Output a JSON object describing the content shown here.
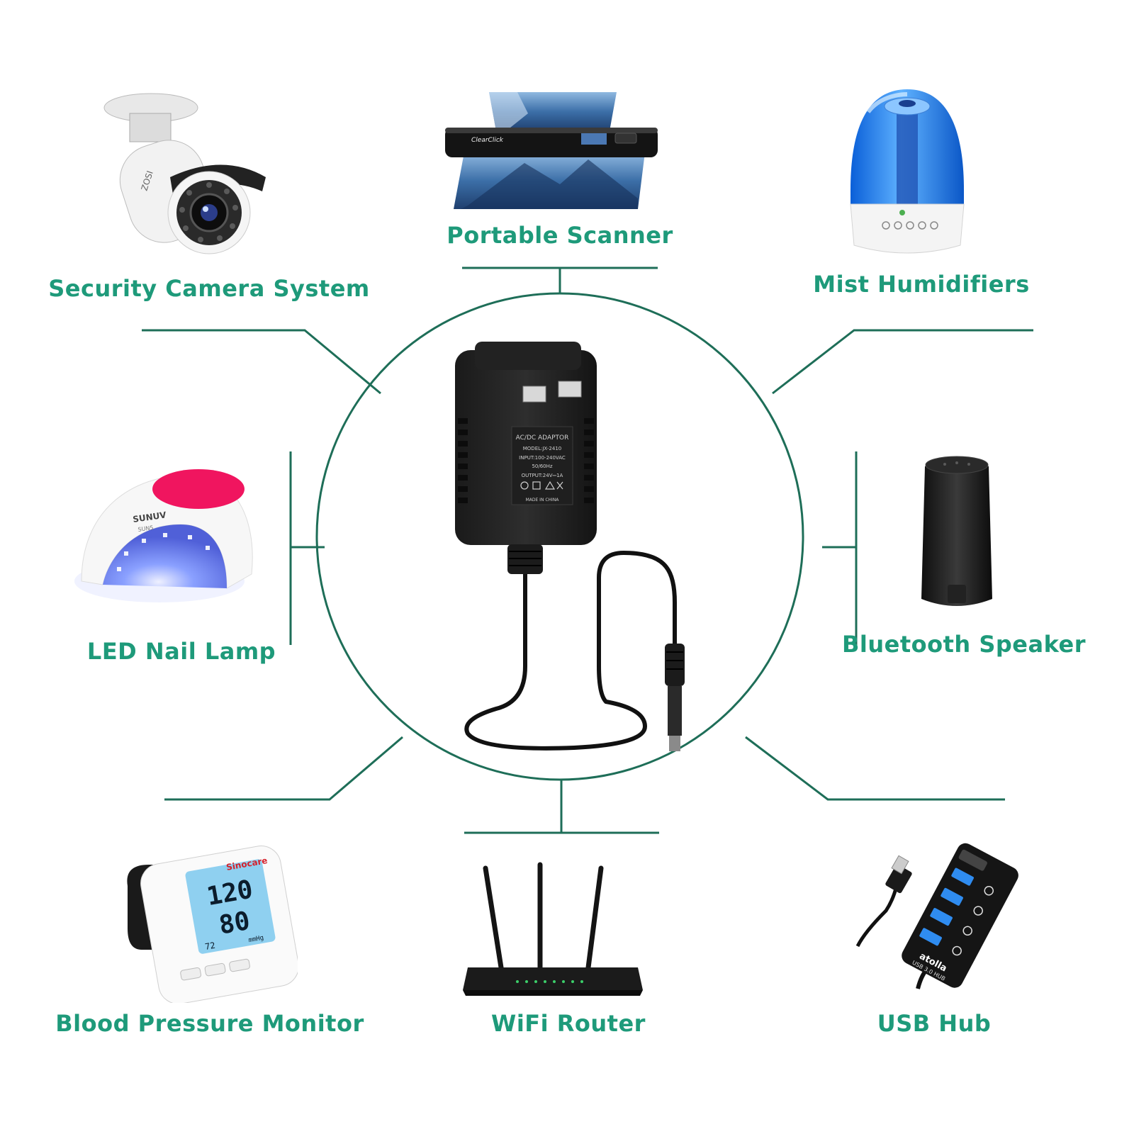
{
  "colors": {
    "accent": "#1e9a7a",
    "line": "#1e6e58"
  },
  "center_product": {
    "name": "adapter",
    "plate_text": [
      "AC/DC ADAPTOR",
      "MODEL:JX-2410",
      "INPUT:100-240VAC",
      "50/60Hz",
      "OUTPUT:24V⎓1A",
      "MADE IN CHINA"
    ]
  },
  "devices": [
    {
      "key": "camera",
      "label": "Security Camera System",
      "brand": "ZOSI"
    },
    {
      "key": "scanner",
      "label": "Portable Scanner",
      "brand": "ClearClick"
    },
    {
      "key": "humidifier",
      "label": "Mist Humidifiers"
    },
    {
      "key": "nail-lamp",
      "label": "LED Nail Lamp",
      "brand": "SUNUV",
      "model": "SUN5"
    },
    {
      "key": "speaker",
      "label": "Bluetooth Speaker"
    },
    {
      "key": "bp-monitor",
      "label": "Blood Pressure Monitor",
      "brand": "Sinocare",
      "readings": {
        "sys": "120",
        "dia": "80",
        "pulse": "72",
        "unit": "mmHg"
      }
    },
    {
      "key": "router",
      "label": "WiFi Router"
    },
    {
      "key": "usb-hub",
      "label": "USB Hub",
      "brand": "atolla",
      "model": "USB 3.0 HUB"
    }
  ]
}
